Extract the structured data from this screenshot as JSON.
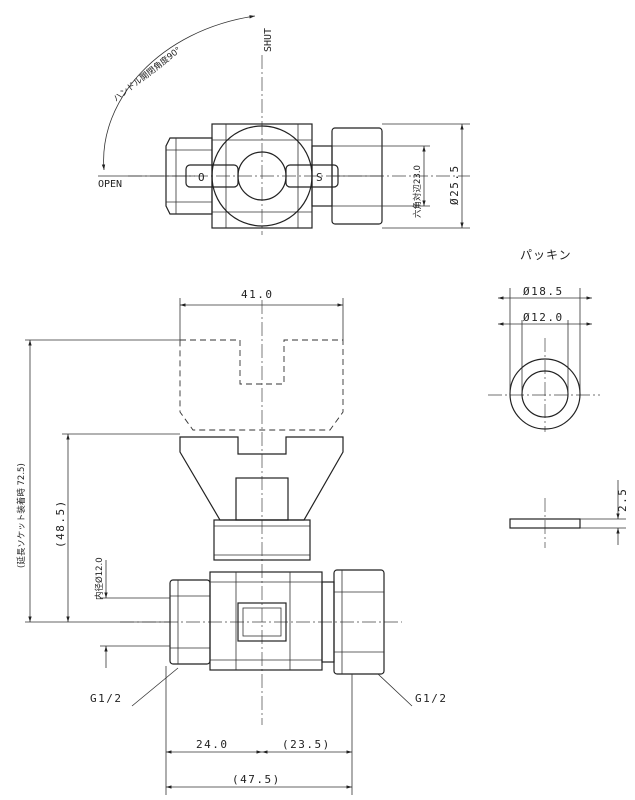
{
  "labels": {
    "shut": "SHUT",
    "open": "OPEN",
    "handle_angle": "ハンドル開閉角度90°",
    "packing_title": "パッキン",
    "thread_left": "G1/2",
    "thread_right": "G1/2"
  },
  "dimensions": {
    "handle_width": "41.0",
    "hex_across_flats": "六角対辺23.0",
    "outer_dia": "Ø25.5",
    "packing_outer": "Ø18.5",
    "packing_inner": "Ø12.0",
    "packing_thickness": "2.5",
    "total_height": "(延長ソケット装着時 72.5)",
    "height_to_center": "(48.5)",
    "inner_bore": "内径Ø12.0",
    "left_length": "24.0",
    "right_length": "(23.5)",
    "total_length": "(47.5)"
  }
}
